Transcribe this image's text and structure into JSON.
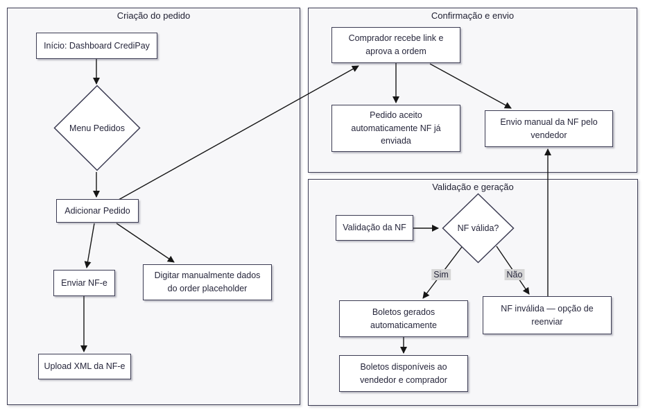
{
  "diagram": {
    "sections": {
      "criacao": {
        "title": "Criação do pedido"
      },
      "confirmacao": {
        "title": "Confirmação e envio"
      },
      "validacao": {
        "title": "Validação e geração"
      }
    },
    "nodes": {
      "inicio": {
        "label": "Início: Dashboard CrediPay"
      },
      "menu_pedidos": {
        "label": "Menu Pedidos"
      },
      "adicionar_pedido": {
        "label": "Adicionar Pedido"
      },
      "enviar_nfe": {
        "label": "Enviar NF-e"
      },
      "digitar_manualmente": {
        "label": "Digitar manualmente dados\ndo order placeholder"
      },
      "upload_xml": {
        "label": "Upload XML da NF-e"
      },
      "comprador_recebe": {
        "label": "Comprador recebe link e\naprova a ordem"
      },
      "pedido_aceito": {
        "label": "Pedido aceito\nautomaticamente NF já\nenviada"
      },
      "envio_manual": {
        "label": "Envio manual da NF pelo\nvendedor"
      },
      "validacao_nf": {
        "label": "Validação da NF"
      },
      "nf_valida": {
        "label": "NF válida?"
      },
      "boletos_gerados": {
        "label": "Boletos gerados\nautomaticamente"
      },
      "nf_invalida": {
        "label": "NF inválida — opção de\nreenviar"
      },
      "boletos_disponiveis": {
        "label": "Boletos disponíveis ao\nvendedor e comprador"
      }
    },
    "edge_labels": {
      "sim": "Sim",
      "nao": "Não"
    },
    "colors": {
      "node_border": "#3b3b52",
      "section_fill": "#f7f7f9",
      "node_fill": "#ffffff",
      "arrow": "#161616",
      "edge_label_bg": "#d6d6d6",
      "text": "#26263b"
    }
  }
}
